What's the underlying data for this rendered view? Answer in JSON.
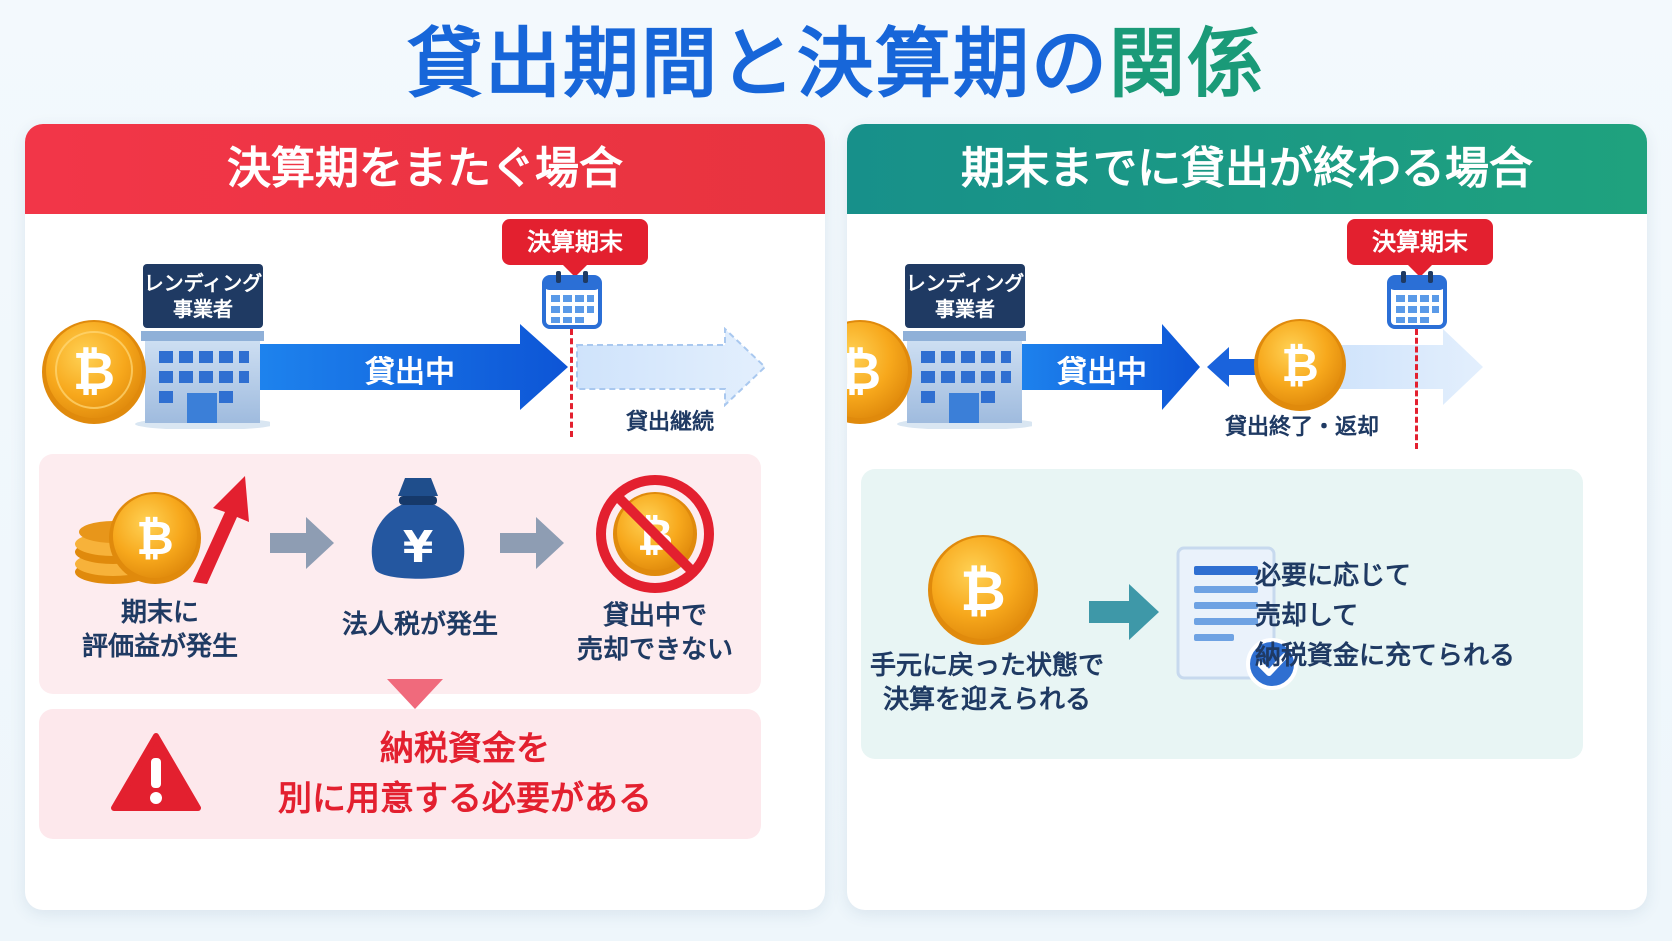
{
  "title": {
    "part1": "貸出期間と決算期の",
    "part2": "関係"
  },
  "left_panel": {
    "header": "決算期をまたぐ場合",
    "lender_label_line1": "レンディング",
    "lender_label_line2": "事業者",
    "fiscal_flag": "決算期末",
    "arrow_label": "貸出中",
    "continue_label": "貸出継続",
    "steps": [
      {
        "line1": "期末に",
        "line2": "評価益が発生"
      },
      {
        "line1": "法人税が発生",
        "line2": ""
      },
      {
        "line1": "貸出中で",
        "line2": "売却できない"
      }
    ],
    "yen_symbol": "¥",
    "warning_line1": "納税資金を",
    "warning_line2": "別に用意する必要がある"
  },
  "right_panel": {
    "header": "期末までに貸出が終わる場合",
    "lender_label_line1": "レンディング",
    "lender_label_line2": "事業者",
    "fiscal_flag": "決算期末",
    "arrow_label": "貸出中",
    "return_label": "貸出終了・返却",
    "cap_left_line1": "手元に戻った状態で",
    "cap_left_line2": "決算を迎えられる",
    "cap_right_line1": "必要に応じて",
    "cap_right_line2": "売却して",
    "cap_right_line3": "納税資金に充てられる"
  },
  "colors": {
    "title_blue": "#1766d9",
    "title_green": "#1a9a78",
    "left_header": "#f23648",
    "right_header": "#1a9a80",
    "warning_red": "#e3202f",
    "navy": "#1f3a63",
    "coin": "#f5a623"
  },
  "icons": [
    "bitcoin-coin-icon",
    "building-icon",
    "calendar-icon",
    "money-bag-icon",
    "prohibited-icon",
    "warning-icon",
    "document-check-icon",
    "up-arrow-icon"
  ]
}
